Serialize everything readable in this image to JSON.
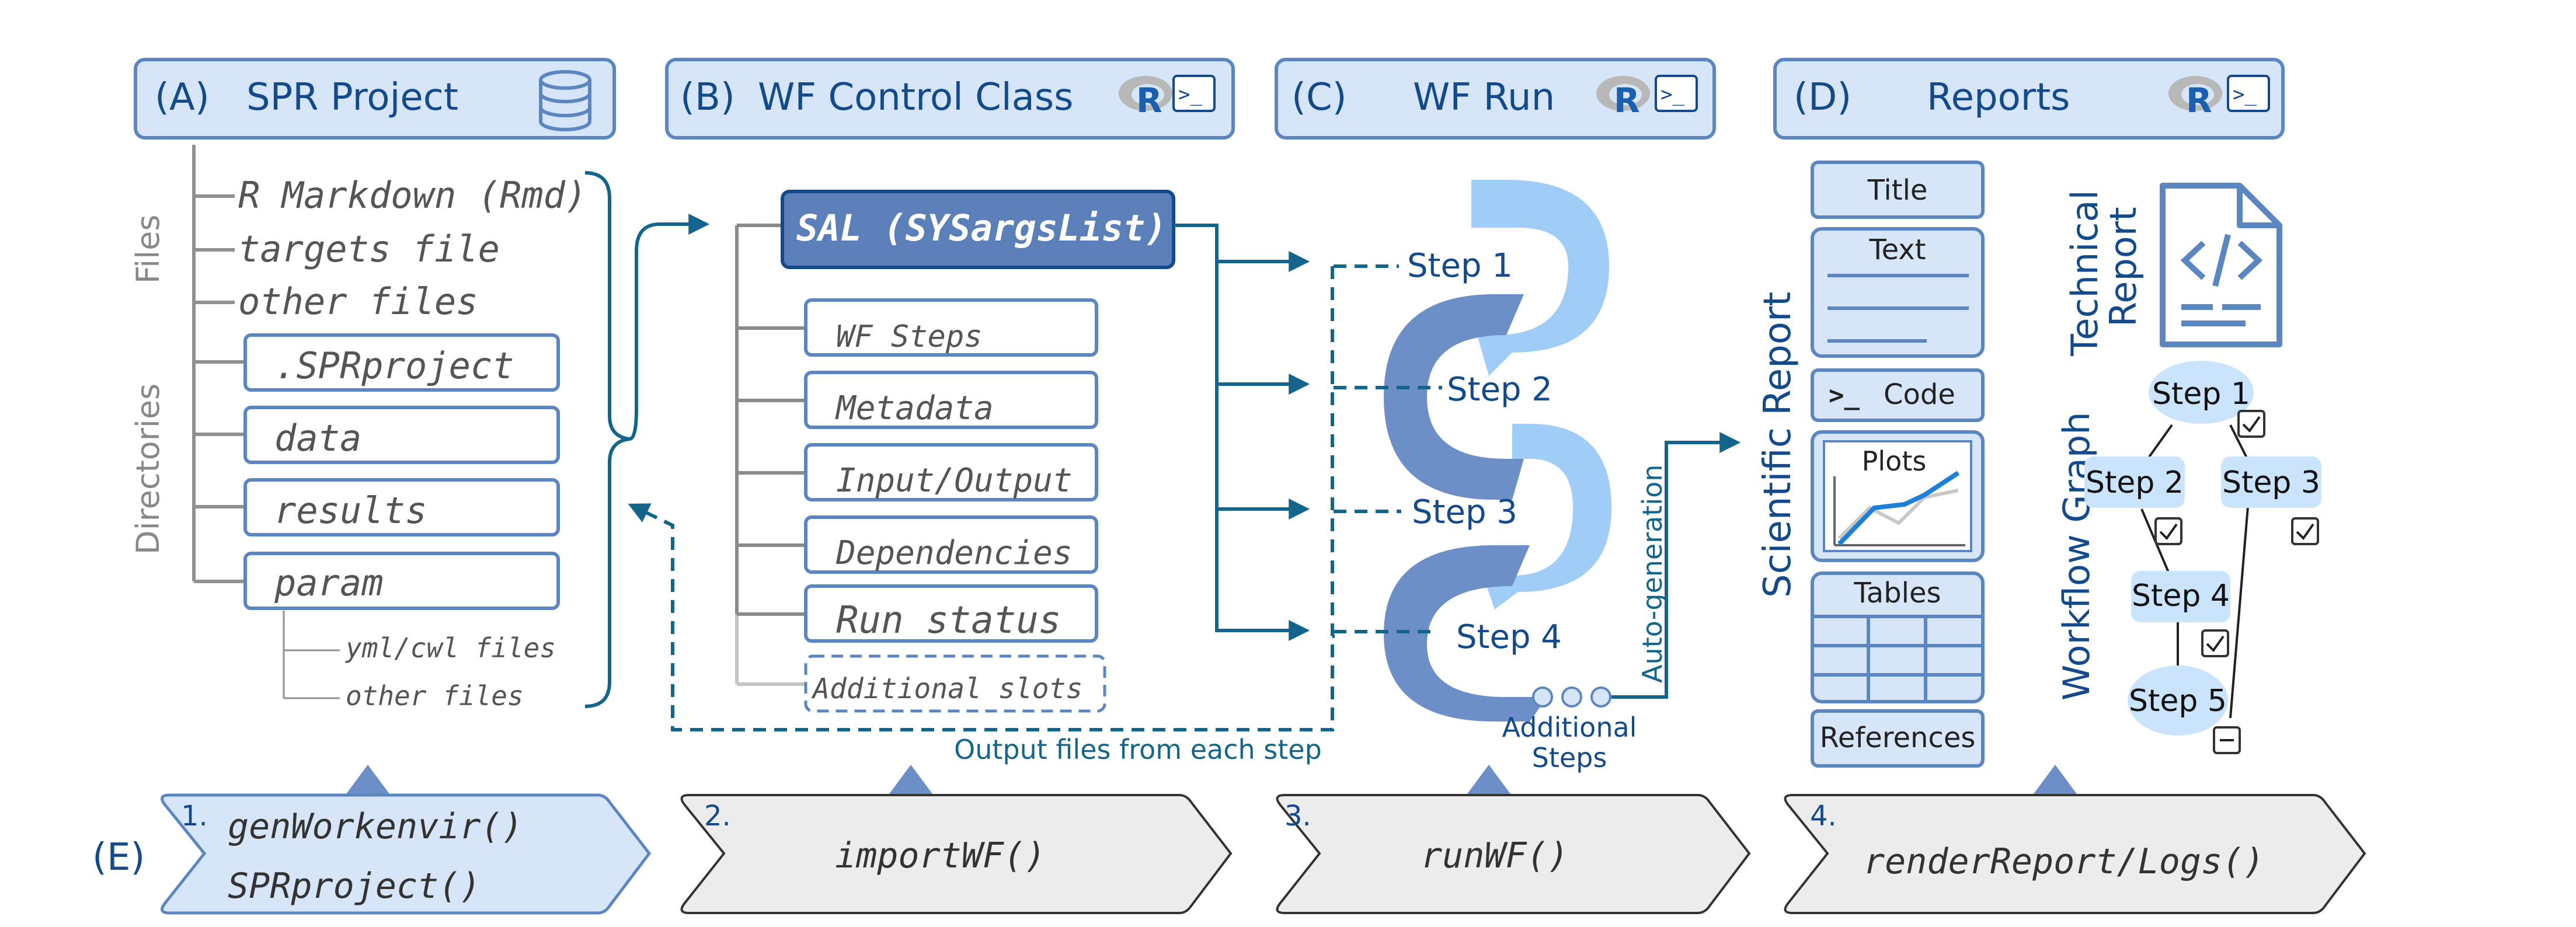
{
  "colors": {
    "header_fill": "#d6e6f8",
    "header_stroke": "#5b86c2",
    "header_text": "#134a8c",
    "sal_fill": "#5b7fb8",
    "step_dark": "#6d8fc7",
    "step_light": "#9fcdf7",
    "flow": "#13658b",
    "tree_gray": "#909090",
    "bottom_fill": "#ececec"
  },
  "headers": {
    "a": {
      "prefix": "(A)",
      "title": "SPR Project",
      "icon": "database-icon"
    },
    "b": {
      "prefix": "(B)",
      "title": "WF Control Class",
      "icon": "r-logo-terminal-icon"
    },
    "c": {
      "prefix": "(C)",
      "title": "WF Run",
      "icon": "r-logo-terminal-icon"
    },
    "d": {
      "prefix": "(D)",
      "title": "Reports",
      "icon": "r-logo-terminal-icon"
    }
  },
  "project": {
    "files_label": "Files",
    "dirs_label": "Directories",
    "files": [
      "R Markdown (Rmd)",
      "targets file",
      "other files"
    ],
    "dirs": [
      ".SPRproject",
      "data",
      "results",
      "param"
    ],
    "param_sub": [
      "yml/cwl files",
      "other files"
    ]
  },
  "wfclass": {
    "sal_label": "SAL (SYSargsList)",
    "slots": [
      "WF Steps",
      "Metadata",
      "Input/Output",
      "Dependencies",
      "Run status"
    ],
    "extra_slot": "Additional slots"
  },
  "wfrun": {
    "steps": [
      "Step 1",
      "Step 2",
      "Step 3",
      "Step 4"
    ],
    "additional_line1": "Additional",
    "additional_line2": "Steps",
    "auto_generation": "Auto-generation",
    "output_files": "Output files from each step"
  },
  "reports": {
    "scientific_label": "Scientific Report",
    "technical_label_line1": "Technical",
    "technical_label_line2": "Report",
    "workflow_graph_label": "Workflow Graph",
    "sci_blocks": {
      "title": "Title",
      "text": "Text",
      "code_prompt": ">_",
      "code": "Code",
      "plots": "Plots",
      "tables": "Tables",
      "references": "References"
    },
    "graph_nodes": [
      "Step 1",
      "Step 2",
      "Step 3",
      "Step 4",
      "Step 5"
    ],
    "graph_status": [
      "done",
      "done",
      "done",
      "done",
      "done",
      "pending"
    ]
  },
  "functions": {
    "row_label": "(E)",
    "items": [
      {
        "num": "1.",
        "lines": [
          "genWorkenvir()",
          "SPRproject()"
        ]
      },
      {
        "num": "2.",
        "lines": [
          "importWF()"
        ]
      },
      {
        "num": "3.",
        "lines": [
          "runWF()"
        ]
      },
      {
        "num": "4.",
        "lines": [
          "renderReport/Logs()"
        ]
      }
    ]
  }
}
